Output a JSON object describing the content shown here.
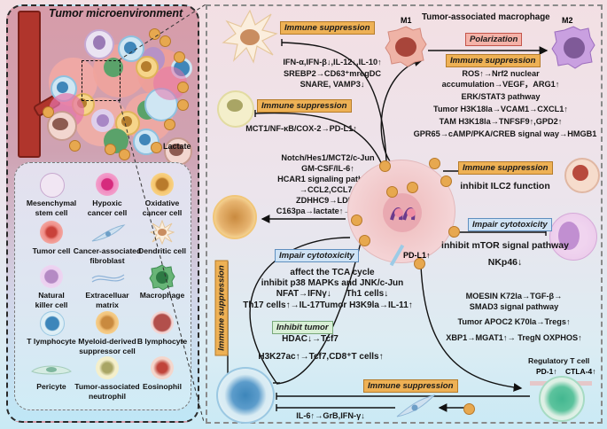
{
  "tme_panel": {
    "title": "Tumor microenvironment",
    "lactate_label": "Lactate",
    "legend": [
      {
        "label": "Mesenchymal\nstem cell",
        "icon": "mesenchymal-stem-cell-icon"
      },
      {
        "label": "Hypoxic\ncancer cell",
        "icon": "hypoxic-cancer-cell-icon"
      },
      {
        "label": "Oxidative\ncancer cell",
        "icon": "oxidative-cancer-cell-icon"
      },
      {
        "label": "Tumor cell",
        "icon": "tumor-cell-icon"
      },
      {
        "label": "Cancer-associated\nfibroblast",
        "icon": "fibroblast-icon"
      },
      {
        "label": "Dendritic cell",
        "icon": "dendritic-cell-icon"
      },
      {
        "label": "Natural\nkiller cell",
        "icon": "nk-cell-icon"
      },
      {
        "label": "Extracelluar\nmatrix",
        "icon": "extracellular-matrix-icon"
      },
      {
        "label": "Macrophage",
        "icon": "macrophage-icon"
      },
      {
        "label": "T lymphocyte",
        "icon": "t-lymphocyte-icon"
      },
      {
        "label": "Myeloid-derived\nsuppressor cell",
        "icon": "mdsc-icon"
      },
      {
        "label": "B lymphocyte",
        "icon": "b-lymphocyte-icon"
      },
      {
        "label": "Pericyte",
        "icon": "pericyte-icon"
      },
      {
        "label": "Tumor-associated\nneutrophil",
        "icon": "neutrophil-icon"
      },
      {
        "label": "Eosinophil",
        "icon": "eosinophil-icon"
      }
    ]
  },
  "detail_panel": {
    "dendritic": {
      "badge": "Immune suppression",
      "lines": [
        "IFN-α,IFN-β↓,IL-12↓,IL-10↑",
        "SREBP2→CD63⁺mregDC",
        "SNARE, VAMP3↓"
      ]
    },
    "neutrophil": {
      "badge": "Immune suppression",
      "lines": [
        "MCT1/NF-κB/COX-2→PD-L1↑"
      ]
    },
    "mdsc": {
      "lines": [
        "Notch/Hes1/MCT2/c-Jun",
        "GM-CSF/IL-6↑",
        "HCAR1 signaling pathway",
        "→CCL2,CCL7↑",
        "ZDHHC9→LDHA",
        "C163pa→lactate↑→MDSC↑"
      ]
    },
    "mdsc_to_tcell_badge": "Immune suppression",
    "macrophage": {
      "title": "Tumor-associated macrophage",
      "m1_label": "M1",
      "m2_label": "M2",
      "polarization_badge": "Polarization",
      "badge": "Immune suppression",
      "lines": [
        "ROS↑→Nrf2 nuclear",
        "accumulation→VEGF，ARG1↑",
        "ERK/STAT3 pathway",
        "Tumor H3K18la→VCAM1→CXCL1↑",
        "TAM H3K18la→TNFSF9↑,GPD2↑",
        "GPR65→cAMP/PKA/CREB signal way→HMGB1"
      ]
    },
    "eosinophil": {
      "badge": "Immune suppression",
      "lines": [
        "inhibit ILC2 function"
      ]
    },
    "nk": {
      "badge": "Impair cytotoxicity",
      "lines": [
        "inhibit mTOR signal pathway",
        "NKp46↓"
      ]
    },
    "tumor_cell": {
      "pdl1_label": "PD-L1↑"
    },
    "tcell": {
      "badge": "Impair cytotoxicity",
      "lines": [
        "affect the TCA cycle",
        "inhibit p38 MAPKs and JNK/c-Jun",
        "NFAT→IFNγ↓      Th1 cells↓",
        "Th17 cells↑→IL-17Tumor H3K9la→IL-11↑"
      ],
      "inhibit_badge": "Inhibit tumor",
      "inhibit_lines": [
        "HDAC↓→Tcf7",
        "H3K27ac↑→Tcf7,CD8⁺T cells↑"
      ]
    },
    "treg": {
      "lines": [
        "MOESIN K72la→TGF-β→",
        "SMAD3 signal pathway",
        "Tumor APOC2 K70la→Tregs↑",
        "XBP1→MGAT1↑→ TregN OXPHOS↑"
      ],
      "title": "Regulatory T cell",
      "pd1_label": "PD-1↑",
      "ctla4_label": "CTLA-4↑",
      "badge": "Immune suppression"
    },
    "fibroblast": {
      "lines": [
        "IL-6↑→GrB,IFN-γ↓"
      ]
    }
  }
}
